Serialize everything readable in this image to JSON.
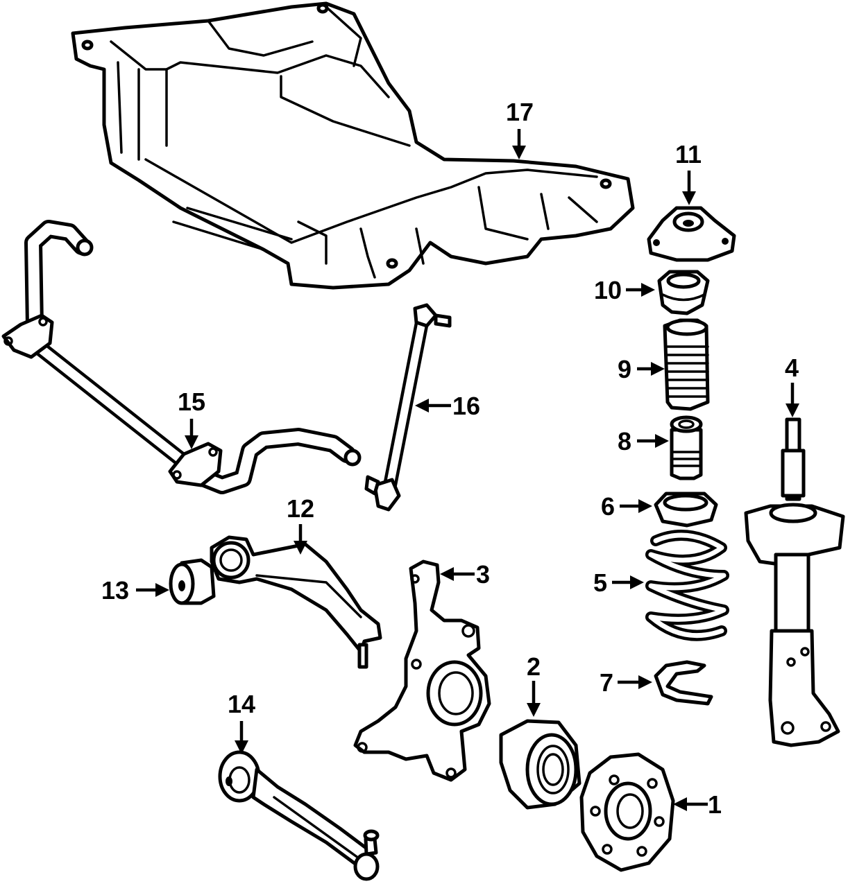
{
  "callouts": [
    {
      "id": "1",
      "label": "1"
    },
    {
      "id": "2",
      "label": "2"
    },
    {
      "id": "3",
      "label": "3"
    },
    {
      "id": "4",
      "label": "4"
    },
    {
      "id": "5",
      "label": "5"
    },
    {
      "id": "6",
      "label": "6"
    },
    {
      "id": "7",
      "label": "7"
    },
    {
      "id": "8",
      "label": "8"
    },
    {
      "id": "9",
      "label": "9"
    },
    {
      "id": "10",
      "label": "10"
    },
    {
      "id": "11",
      "label": "11"
    },
    {
      "id": "12",
      "label": "12"
    },
    {
      "id": "13",
      "label": "13"
    },
    {
      "id": "14",
      "label": "14"
    },
    {
      "id": "15",
      "label": "15"
    },
    {
      "id": "16",
      "label": "16"
    },
    {
      "id": "17",
      "label": "17"
    }
  ],
  "colors": {
    "ink": "#000000",
    "paper": "#ffffff"
  }
}
